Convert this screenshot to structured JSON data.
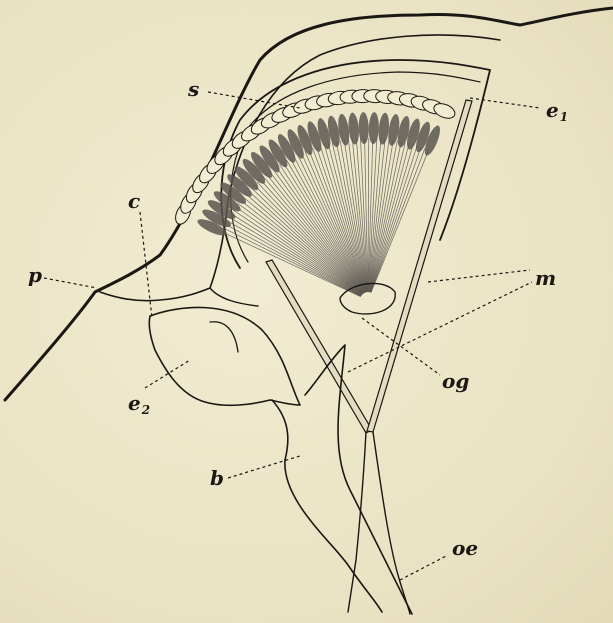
{
  "figure": {
    "labels": {
      "s": "s",
      "e1": "e",
      "e1_sub": "1",
      "c": "c",
      "p": "p",
      "m": "m",
      "og": "og",
      "e2": "e",
      "e2_sub": "2",
      "b": "b",
      "oe": "oe"
    },
    "colors": {
      "ink": "#1b1813",
      "paper": "#ece6c9",
      "tissue": "#5a5650"
    }
  }
}
